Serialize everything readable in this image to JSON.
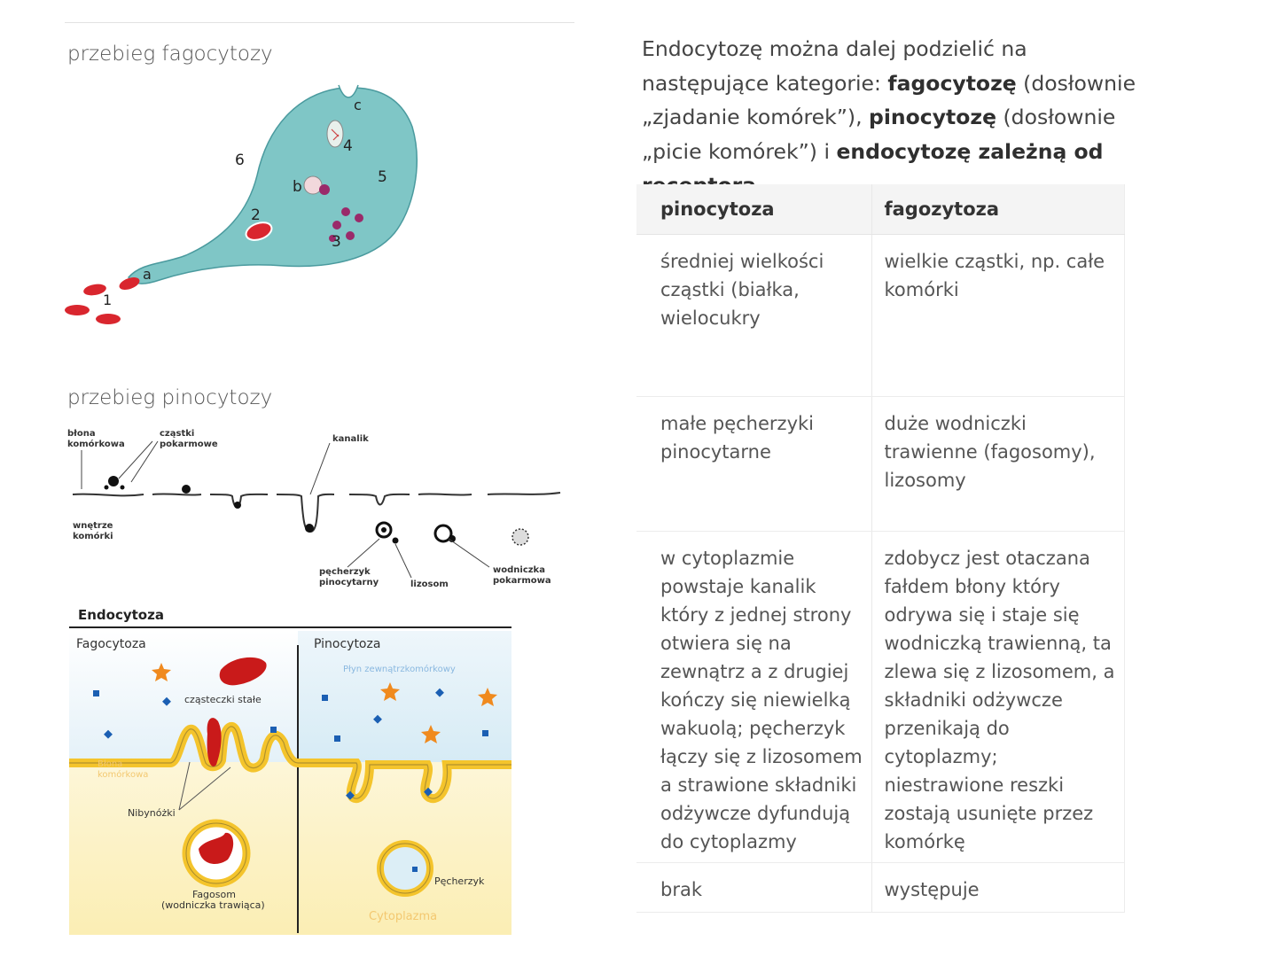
{
  "captions": {
    "phago": "przebieg fagocytozy",
    "pino": "przebieg pinocytozy"
  },
  "phago_labels": {
    "n1": "1",
    "n2": "2",
    "n3": "3",
    "n4": "4",
    "n5": "5",
    "n6": "6",
    "a": "a",
    "b": "b",
    "c": "c"
  },
  "pino_labels": {
    "membrane": [
      "błona",
      "komórkowa"
    ],
    "particles": [
      "cząstki",
      "pokarmowe"
    ],
    "channel": "kanalik",
    "interior": [
      "wnętrze",
      "komórki"
    ],
    "vesicle": [
      "pęcherzyk",
      "pinocytarny"
    ],
    "lysosome": "lizosom",
    "vacuole": [
      "wodniczka",
      "pokarmowa"
    ]
  },
  "endo": {
    "title": "Endocytoza",
    "phago_title": "Fagocytoza",
    "pino_title": "Pinocytoza",
    "fluid": "Płyn zewnątrzkomórkowy",
    "solids": "cząsteczki stałe",
    "membrane": [
      "Błona",
      "komórkowa"
    ],
    "pseudopods": "Nibynóżki",
    "phagosome": [
      "Fagosom",
      "(wodniczka trawiąca)"
    ],
    "vesicle": "Pęcherzyk",
    "cytoplasm": "Cytoplazma"
  },
  "intro": {
    "pre": "Endocytozę można dalej podzielić na następujące kategorie: ",
    "t1": "fagocytozę",
    "m1": " (dosłownie „zjadanie komórek”), ",
    "t2": "pinocytozę",
    "m2": " (dosłownie „picie komórek”) i ",
    "t3": "endocytozę zależną od receptora",
    "end": "."
  },
  "table": {
    "headers": [
      "pinocytoza",
      "fagozytoza"
    ],
    "rows": [
      [
        "średniej wielkości cząstki (białka, wielocukry",
        "wielkie cząstki, np. całe komórki"
      ],
      [
        "małe pęcherzyki pinocytarne",
        "duże wodniczki trawienne (fagosomy), lizosomy"
      ],
      [
        "w cytoplazmie powstaje kanalik który z jednej strony otwiera się na zewnątrz a z drugiej kończy się niewielką wakuolą; pęcherzyk łączy się z lizosomem a strawione składniki odżywcze dyfundują do cytoplazmy",
        "zdobycz jest otaczana fałdem błony który odrywa się i staje się wodniczką trawienną, ta zlewa się z lizosomem, a składniki odżywcze przenikają do cytoplazmy; niestrawione reszki zostają usunięte przez komórkę"
      ],
      [
        "brak",
        "występuje"
      ]
    ]
  },
  "colors": {
    "cell": "#7fc6c6",
    "particle": "#d9262e",
    "dot": "#9a2a6a",
    "membrane_yellow": "#f4c42c",
    "star": "#f08a1e",
    "diamond": "#1b5fb3"
  }
}
